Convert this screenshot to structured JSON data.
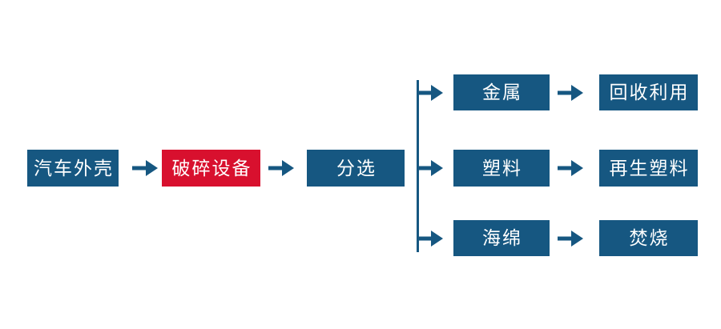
{
  "flowchart": {
    "description": "automobile shell recycling process flow",
    "colors": {
      "node_blue": "#165781",
      "node_red": "#D8102E",
      "node_text": "#FFFFFF",
      "connector_blue": "#165781",
      "background": "#FFFFFF"
    },
    "icons": {
      "arrow_right": "→"
    },
    "main_flow": {
      "source": {
        "label": "汽车外壳"
      },
      "crusher": {
        "label": "破碎设备",
        "highlighted": true
      },
      "sorting": {
        "label": "分选"
      }
    },
    "branches": [
      {
        "material": {
          "label": "金属"
        },
        "result": {
          "label": "回收利用"
        }
      },
      {
        "material": {
          "label": "塑料"
        },
        "result": {
          "label": "再生塑料"
        }
      },
      {
        "material": {
          "label": "海绵"
        },
        "result": {
          "label": "焚烧"
        }
      }
    ]
  }
}
